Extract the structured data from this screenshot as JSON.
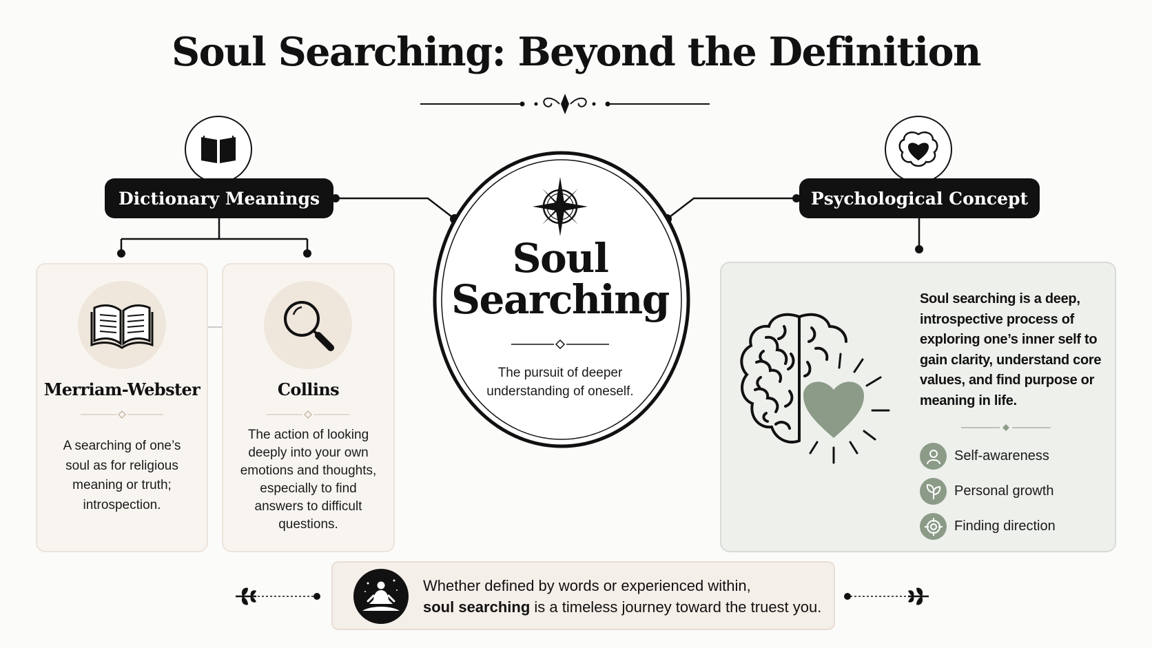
{
  "title": "Soul Searching: Beyond the Definition",
  "left_branch": {
    "label": "Dictionary Meanings",
    "icon": "book-icon",
    "cards": [
      {
        "title": "Merriam-Webster",
        "icon": "open-book-icon",
        "text": "A searching of one’s soul as for religious meaning or truth; introspection."
      },
      {
        "title": "Collins",
        "icon": "magnifier-icon",
        "text": "The action of looking deeply into your own emotions and thoughts, especially to find answers to difficult questions."
      }
    ]
  },
  "center": {
    "title_line1": "Soul",
    "title_line2": "Searching",
    "icon": "compass-rose-icon",
    "subtitle": "The pursuit of deeper understanding of oneself."
  },
  "right_branch": {
    "label": "Psychological Concept",
    "icon": "brain-heart-icon",
    "text": "Soul searching is a deep, introspective process of exploring one’s inner self to gain clarity, understand core values, and find purpose or meaning in life.",
    "benefits": [
      {
        "label": "Self-awareness",
        "icon": "person-icon"
      },
      {
        "label": "Personal growth",
        "icon": "leaf-icon"
      },
      {
        "label": "Finding direction",
        "icon": "target-icon"
      }
    ]
  },
  "footer": {
    "line1": "Whether defined by words or experienced within,",
    "line2_bold": "soul searching",
    "line2_rest": " is a timeless journey toward the truest you.",
    "icon": "meditation-icon"
  },
  "colors": {
    "ink": "#111111",
    "cream_card": "#f8f5f1",
    "icon_disc": "#efe6dc",
    "sage": "#8b9b88",
    "sage_panel": "#eef0ec"
  }
}
